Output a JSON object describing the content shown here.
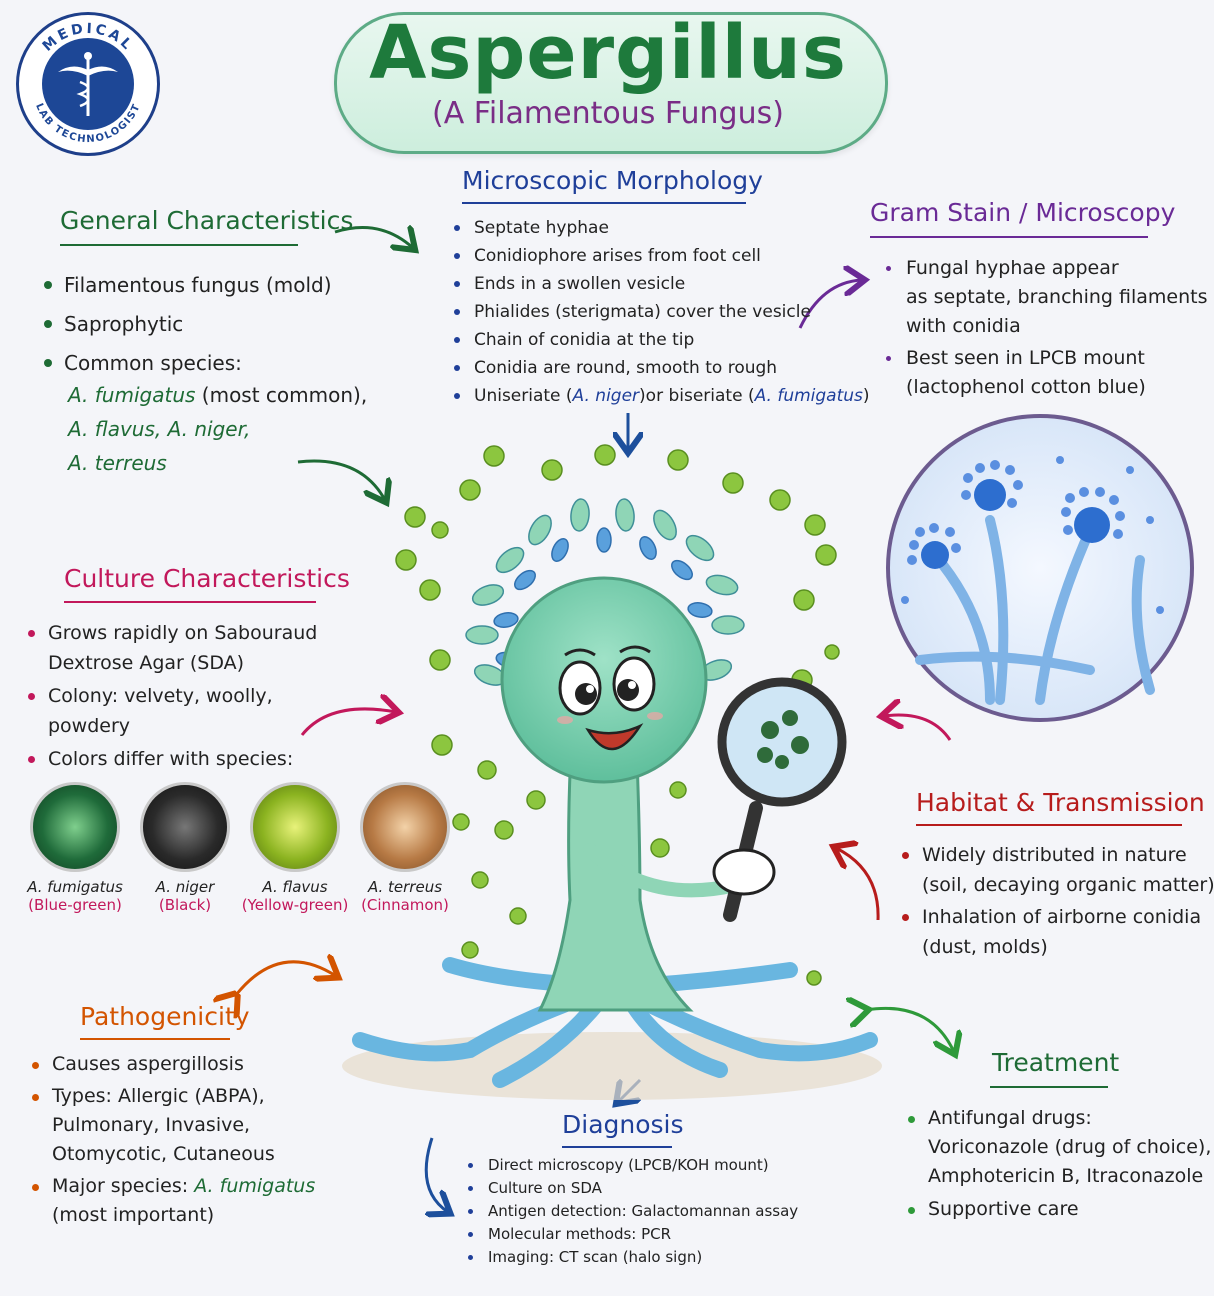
{
  "logo": {
    "text_top": "MEDICAL",
    "text_bottom": "LAB TECHNOLOGIST"
  },
  "title": {
    "main": "Aspergillus",
    "sub": "(A Filamentous Fungus)"
  },
  "general": {
    "heading": "General Characteristics",
    "items": [
      "Filamentous fungus (mold)",
      "Saprophytic",
      "Common species:"
    ],
    "species_lines": [
      {
        "sp": "A. fumigatus",
        "note": " (most common),"
      },
      {
        "sp": "A. flavus, A. niger,",
        "note": ""
      },
      {
        "sp": "A. terreus",
        "note": ""
      }
    ]
  },
  "morphology": {
    "heading": "Microscopic Morphology",
    "items": [
      "Septate hyphae",
      "Conidiophore arises from foot cell",
      "Ends in a swollen vesicle",
      "Phialides (sterigmata) cover the vesicle",
      "Chain of conidia at the tip",
      "Conidia are round, smooth to rough"
    ],
    "last": {
      "a": "Uniseriate (",
      "b": "A. niger",
      "c": ")or biseriate (",
      "d": "A. fumigatus",
      "e": ")"
    }
  },
  "gram": {
    "heading": "Gram Stain / Microscopy",
    "item1": [
      "Fungal hyphae appear",
      "as septate, branching filaments",
      "with conidia"
    ],
    "item2": [
      "Best seen in LPCB mount",
      "(lactophenol cotton blue)"
    ]
  },
  "culture": {
    "heading": "Culture Characteristics",
    "item1": [
      "Grows rapidly on Sabouraud",
      "Dextrose Agar (SDA)"
    ],
    "item2": [
      "Colony: velvety, woolly,",
      "powdery"
    ],
    "item3": "Colors differ with species:",
    "plates": [
      {
        "species": "A. fumigatus",
        "color": "(Blue-green)",
        "hex": "#1f6b3a"
      },
      {
        "species": "A. niger",
        "color": "(Black)",
        "hex": "#2a2a2a"
      },
      {
        "species": "A. flavus",
        "color": "(Yellow-green)",
        "hex": "#8bb320"
      },
      {
        "species": "A. terreus",
        "color": "(Cinnamon)",
        "hex": "#b77a45"
      }
    ]
  },
  "habitat": {
    "heading": "Habitat & Transmission",
    "item1": [
      "Widely distributed in nature",
      "(soil, decaying organic matter)"
    ],
    "item2": [
      "Inhalation of airborne conidia",
      "(dust, molds)"
    ]
  },
  "patho": {
    "heading": "Pathogenicity",
    "item1": "Causes aspergillosis",
    "item2": [
      "Types: Allergic (ABPA),",
      "Pulmonary, Invasive,",
      "Otomycotic, Cutaneous"
    ],
    "item3": {
      "a": "Major species: ",
      "b": "A. fumigatus",
      "c": "(most important)"
    }
  },
  "diagnosis": {
    "heading": "Diagnosis",
    "items": [
      "Direct microscopy (LPCB/KOH mount)",
      "Culture on SDA",
      "Antigen detection: Galactomannan assay",
      "Molecular methods: PCR",
      "Imaging: CT scan (halo sign)"
    ]
  },
  "treatment": {
    "heading": "Treatment",
    "item1": [
      "Antifungal drugs:",
      "Voriconazole (drug of choice),",
      "Amphotericin B, Itraconazole"
    ],
    "item2": "Supportive care"
  },
  "colors": {
    "green": "#1e6b35",
    "blue": "#1f3f99",
    "purple": "#6a2a96",
    "magenta": "#c2185b",
    "red": "#b71c1c",
    "orange": "#d35400",
    "navy": "#1d4f9c"
  }
}
